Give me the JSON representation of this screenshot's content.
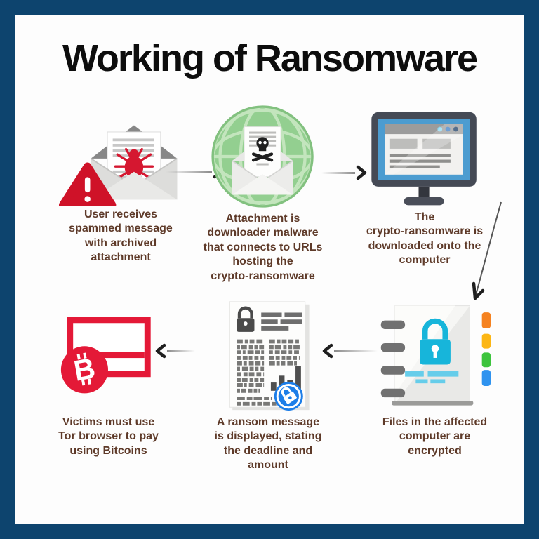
{
  "title": "Working of Ransomware",
  "steps": [
    {
      "icon": "spam-envelope-icon",
      "caption": "User receives\nspammed message\nwith archived\nattachment"
    },
    {
      "icon": "globe-malware-icon",
      "caption": "Attachment is\ndownloader malware\nthat connects to URLs\nhosting the\ncrypto-ransomware"
    },
    {
      "icon": "infected-computer-icon",
      "caption": "The\ncrypto-ransomware is\ndownloaded onto the\ncomputer"
    },
    {
      "icon": "encrypted-files-icon",
      "caption": "Files in the affected\ncomputer are\nencrypted"
    },
    {
      "icon": "ransom-note-icon",
      "caption": "A ransom message\nis displayed, stating\nthe deadline and\namount"
    },
    {
      "icon": "bitcoin-payment-icon",
      "caption": "Victims must use\nTor browser to pay\nusing Bitcoins"
    }
  ],
  "arrows": [
    "right",
    "right",
    "curved-down",
    "left",
    "left"
  ],
  "colors": {
    "border_navy": "#0d446e",
    "caption_brown": "#5e3a29",
    "warning_red": "#d51730",
    "globe_green": "#93cf90",
    "monitor_bezel_blue": "#4c9cd0",
    "lock_cyan": "#17b5da",
    "badge_blue": "#1d7ee8",
    "bitcoin_red": "#e41937",
    "bar_orange": "#f58220",
    "bar_amber": "#fcb614",
    "bar_green": "#3dc43d",
    "bar_blue": "#2f93ef"
  }
}
